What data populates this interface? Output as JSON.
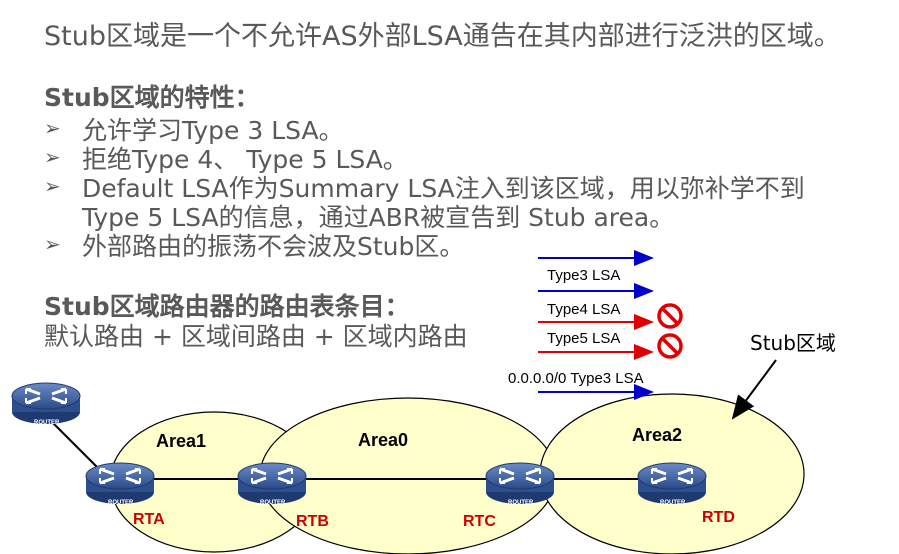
{
  "intro": "Stub区域是一个不允许AS外部LSA通告在其内部进行泛洪的区域。",
  "features": {
    "heading": "Stub区域的特性：",
    "items": [
      "允许学习Type 3 LSA。",
      "拒绝Type 4、 Type 5 LSA。",
      "Default LSA作为Summary LSA注入到该区域，用以弥补学不到",
      "Type 5 LSA的信息，通过ABR被宣告到 Stub area。",
      "外部路由的振荡不会波及Stub区。"
    ]
  },
  "routing": {
    "heading": "Stub区域路由器的路由表条目：",
    "line": "默认路由 + 区域间路由 + 区域内路由"
  },
  "lsa_labels": {
    "type3": "Type3 LSA",
    "type4": "Type4 LSA",
    "type5": "Type5 LSA",
    "default": "0.0.0.0/0 Type3 LSA"
  },
  "areas": {
    "area1": "Area1",
    "area0": "Area0",
    "area2": "Area2"
  },
  "stub_label": "Stub区域",
  "routers": {
    "rta": "RTA",
    "rtb": "RTB",
    "rtc": "RTC",
    "rtd": "RTD",
    "caption": "ROUTER"
  },
  "colors": {
    "allowed_arrow": "#0000cc",
    "blocked_arrow": "#e00000",
    "area_fill": "#ffffcc",
    "router": "#3a5a9a",
    "label_red": "#cc0000"
  }
}
